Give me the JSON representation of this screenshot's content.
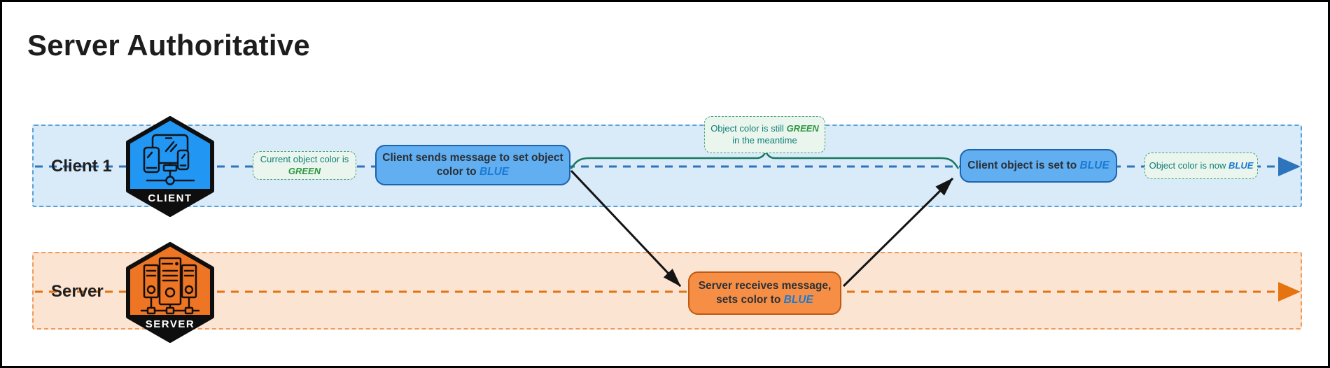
{
  "title": "Server Authoritative",
  "colors": {
    "title_text": "#1d1d1d",
    "green_highlight": "#2e9640",
    "blue_highlight": "#1a7ad2",
    "note_text": "#0f7f74",
    "note_bg": "#eaf5ee",
    "note_border": "#46a37c",
    "client_lane_bg": "#d9eaf8",
    "client_lane_border": "#58a0d8",
    "client_timeline": "#2d74bd",
    "client_box_bg": "#61aef0",
    "client_box_border": "#1d63ad",
    "server_lane_bg": "#fce4d3",
    "server_lane_border": "#f09a5a",
    "server_timeline": "#e5730f",
    "server_box_bg": "#f68f45",
    "server_box_border": "#bf5a14",
    "client_hex": "#2196f3",
    "server_hex": "#ee7524",
    "arrow_black": "#141414",
    "bracket": "#16795f",
    "box_text": "#2b3036"
  },
  "client_lane": {
    "label": "Client 1",
    "badge": "CLIENT"
  },
  "server_lane": {
    "label": "Server",
    "badge": "SERVER"
  },
  "boxes": {
    "client_send": {
      "line1": "Client sends message to set object",
      "line2_prefix": "color to ",
      "highlight": "BLUE"
    },
    "server_receive": {
      "line1": "Server receives message,",
      "line2_prefix": "sets color to ",
      "highlight": "BLUE"
    },
    "client_set": {
      "prefix": "Client object is set to ",
      "highlight": "BLUE"
    }
  },
  "notes": {
    "current_color": {
      "line1": "Current object color is",
      "highlight": "GREEN"
    },
    "still_green": {
      "line1_prefix": "Object color is still ",
      "highlight": "GREEN",
      "line2": "in the meantime"
    },
    "now_blue": {
      "prefix": "Object color is now ",
      "highlight": "BLUE"
    }
  }
}
